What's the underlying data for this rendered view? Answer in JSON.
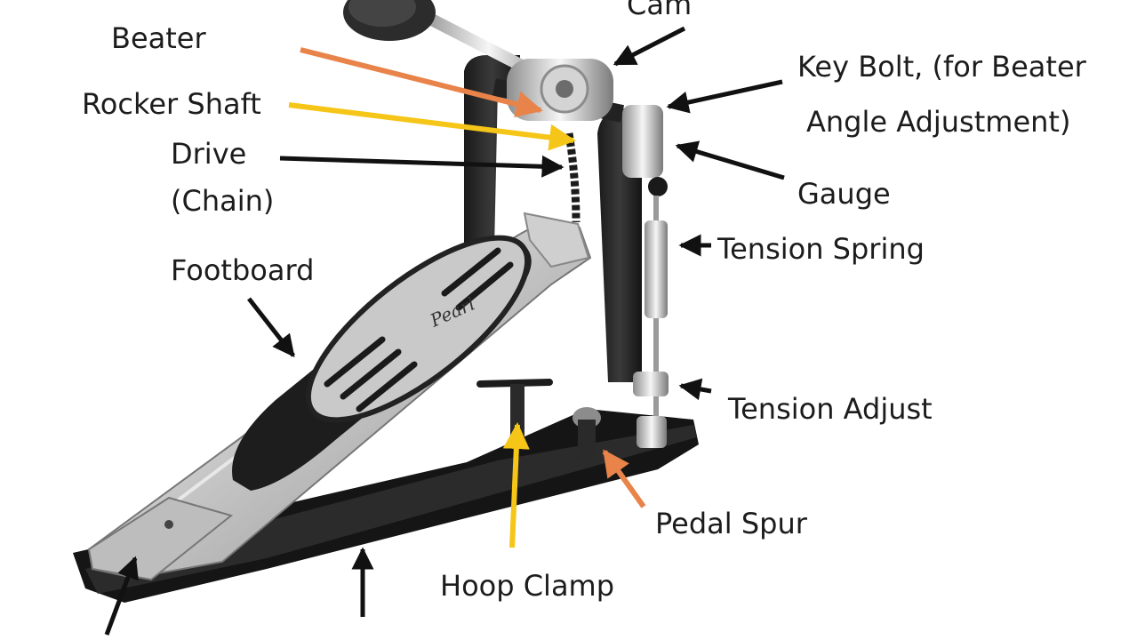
{
  "labels": {
    "cam": "Cam",
    "beater": "Beater",
    "key_bolt_1": "Key Bolt, (for Beater",
    "key_bolt_2": "Angle Adjustment)",
    "rocker_shaft": "Rocker Shaft",
    "drive_1": "Drive",
    "drive_2": "(Chain)",
    "gauge": "Gauge",
    "tension_spring": "Tension Spring",
    "footboard": "Footboard",
    "tension_adjust": "Tension Adjust",
    "pedal_spur": "Pedal Spur",
    "hoop_clamp": "Hoop Clamp"
  },
  "logo_text": "Pearl",
  "arrow_colors": {
    "black": "#111111",
    "orange": "#e8834a",
    "yellow": "#f5c518"
  }
}
